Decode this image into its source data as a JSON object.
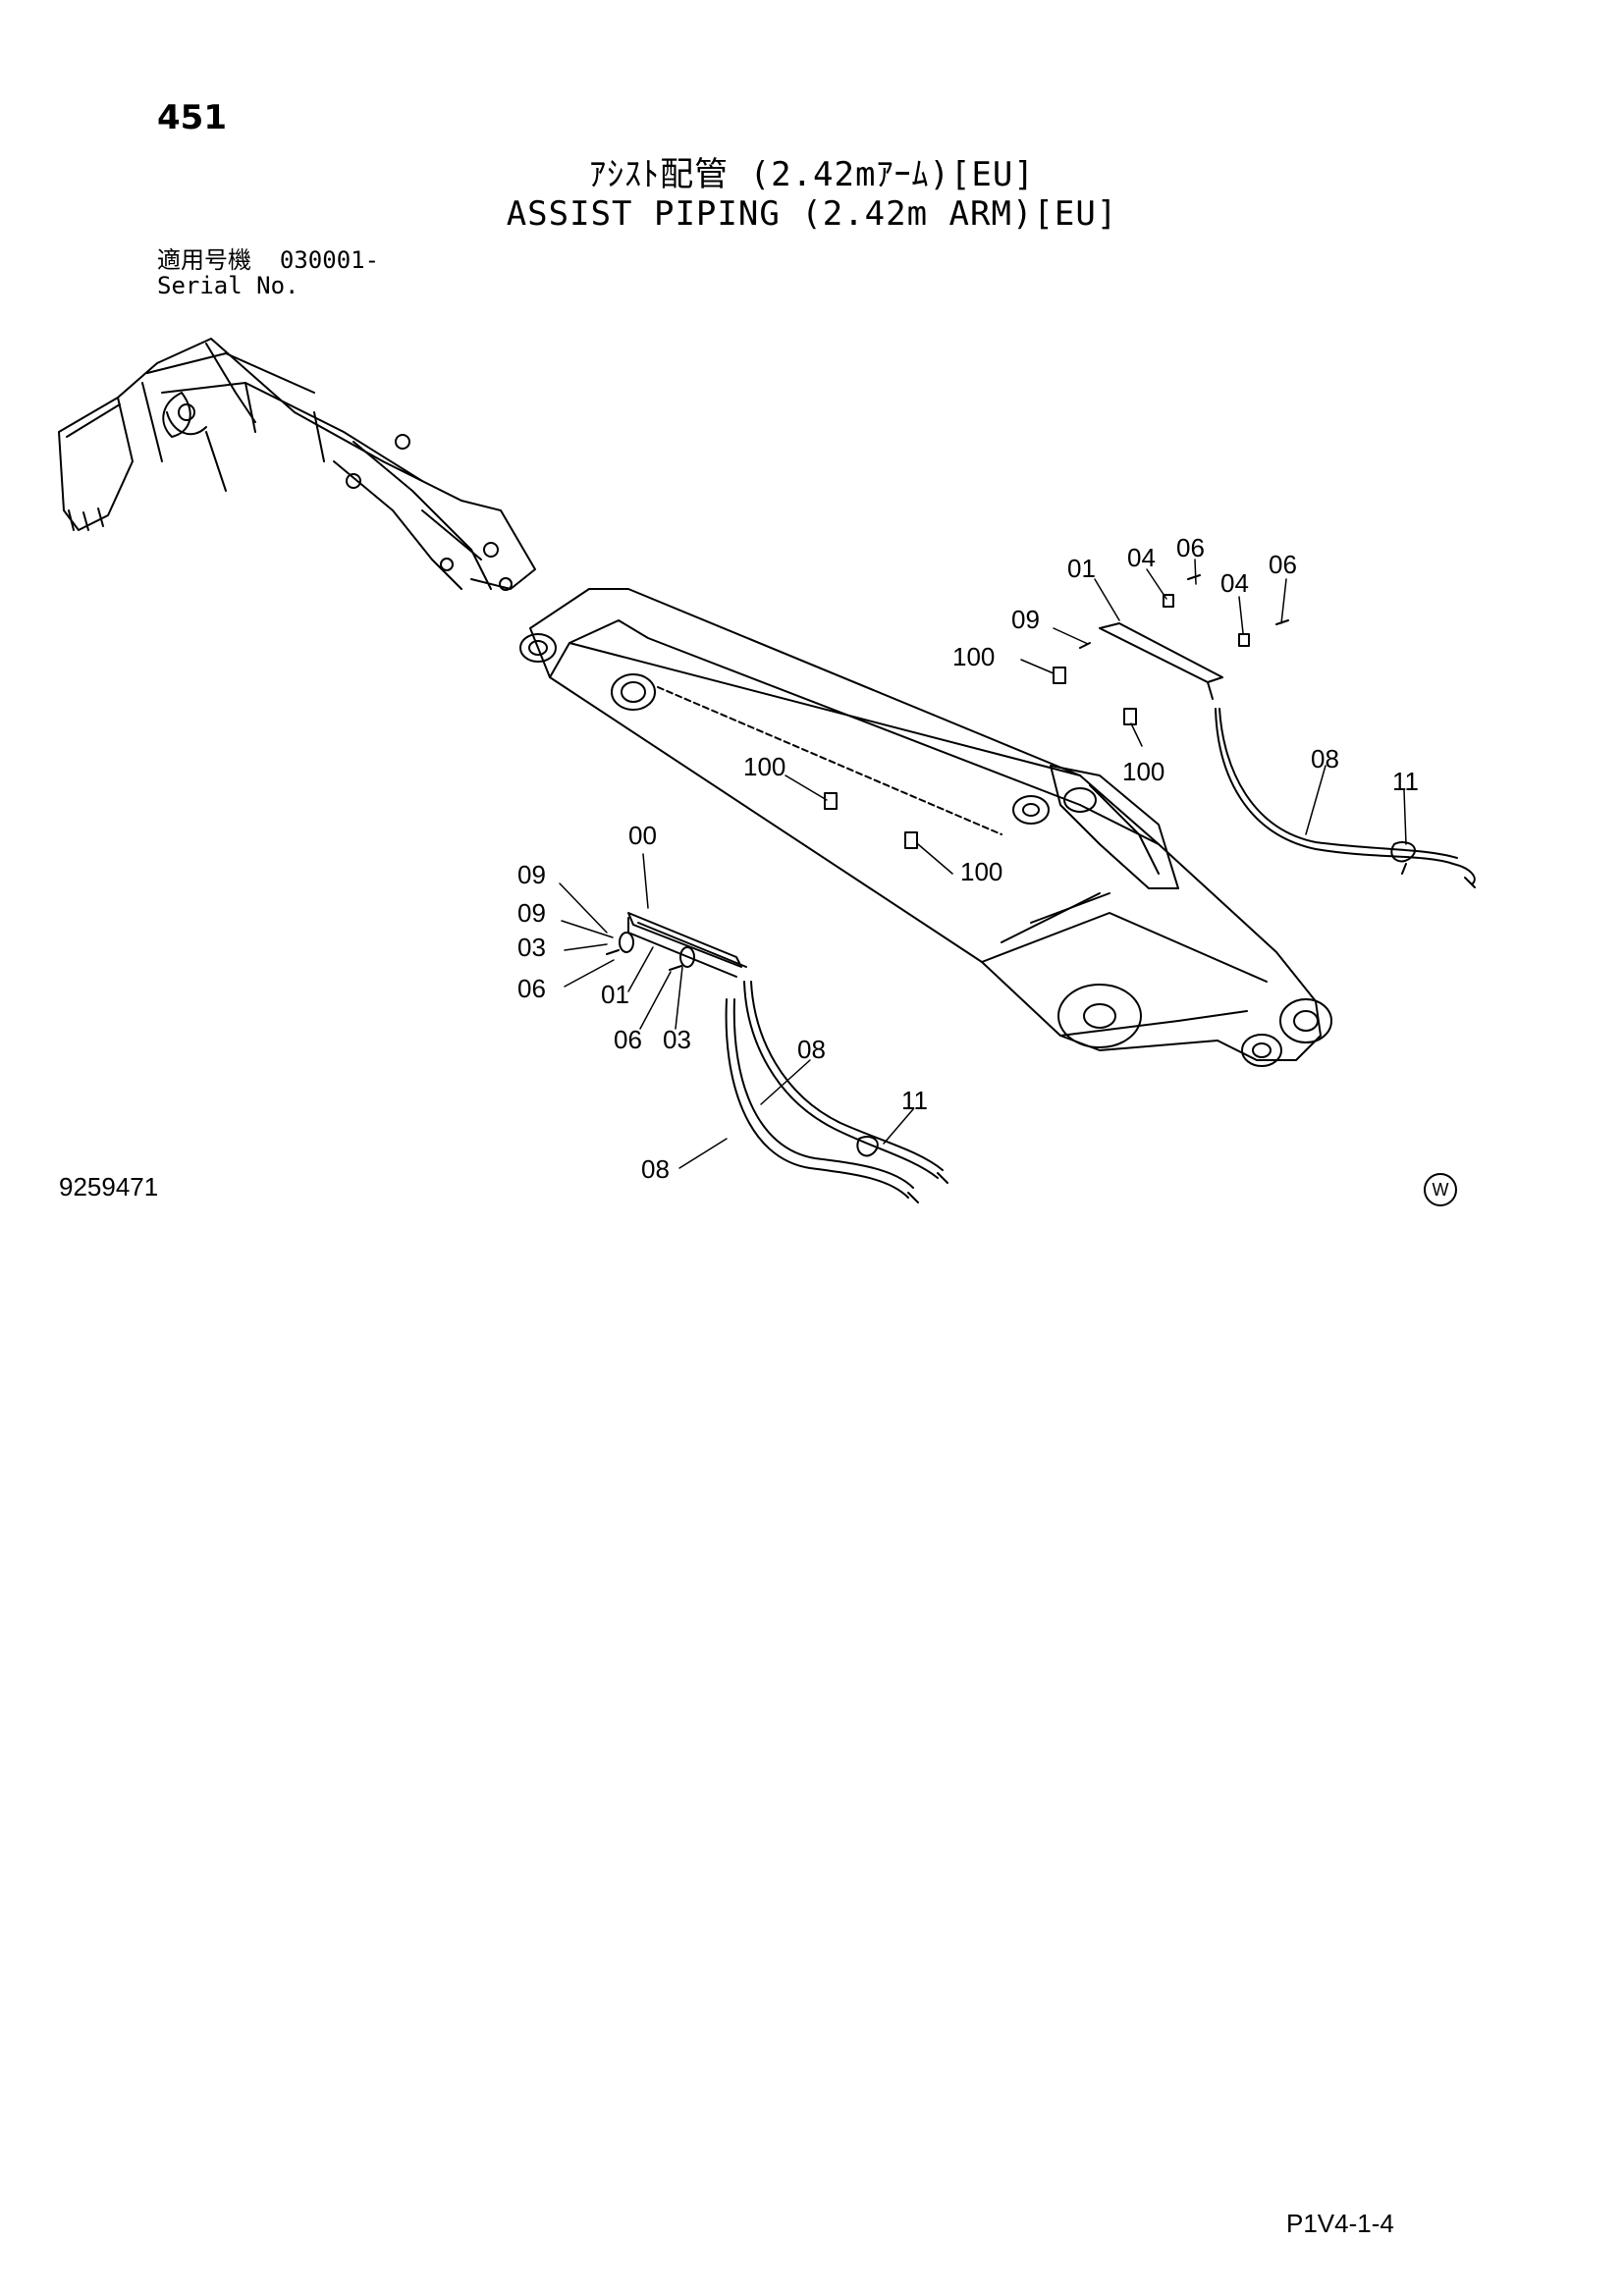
{
  "page_number": "451",
  "title_jp": "ｱｼｽﾄ配管 (2.42mｱｰﾑ)[EU]",
  "title_en": "ASSIST PIPING (2.42m ARM)[EU]",
  "serial": {
    "label_jp": "適用号機",
    "value": "030001-",
    "label_en": "Serial No."
  },
  "document_number": "9259471",
  "watermark_symbol": "W",
  "footer_code": "P1V4-1-4",
  "callouts": {
    "c1": "06",
    "c2": "04",
    "c3": "01",
    "c4": "06",
    "c5": "04",
    "c6": "09",
    "c7": "100",
    "c8": "100",
    "c9": "08",
    "c10": "11",
    "c11": "100",
    "c12": "00",
    "c13": "100",
    "c14": "09",
    "c15": "09",
    "c16": "03",
    "c17": "06",
    "c18": "01",
    "c19": "06",
    "c20": "03",
    "c21": "08",
    "c22": "11",
    "c23": "08"
  }
}
